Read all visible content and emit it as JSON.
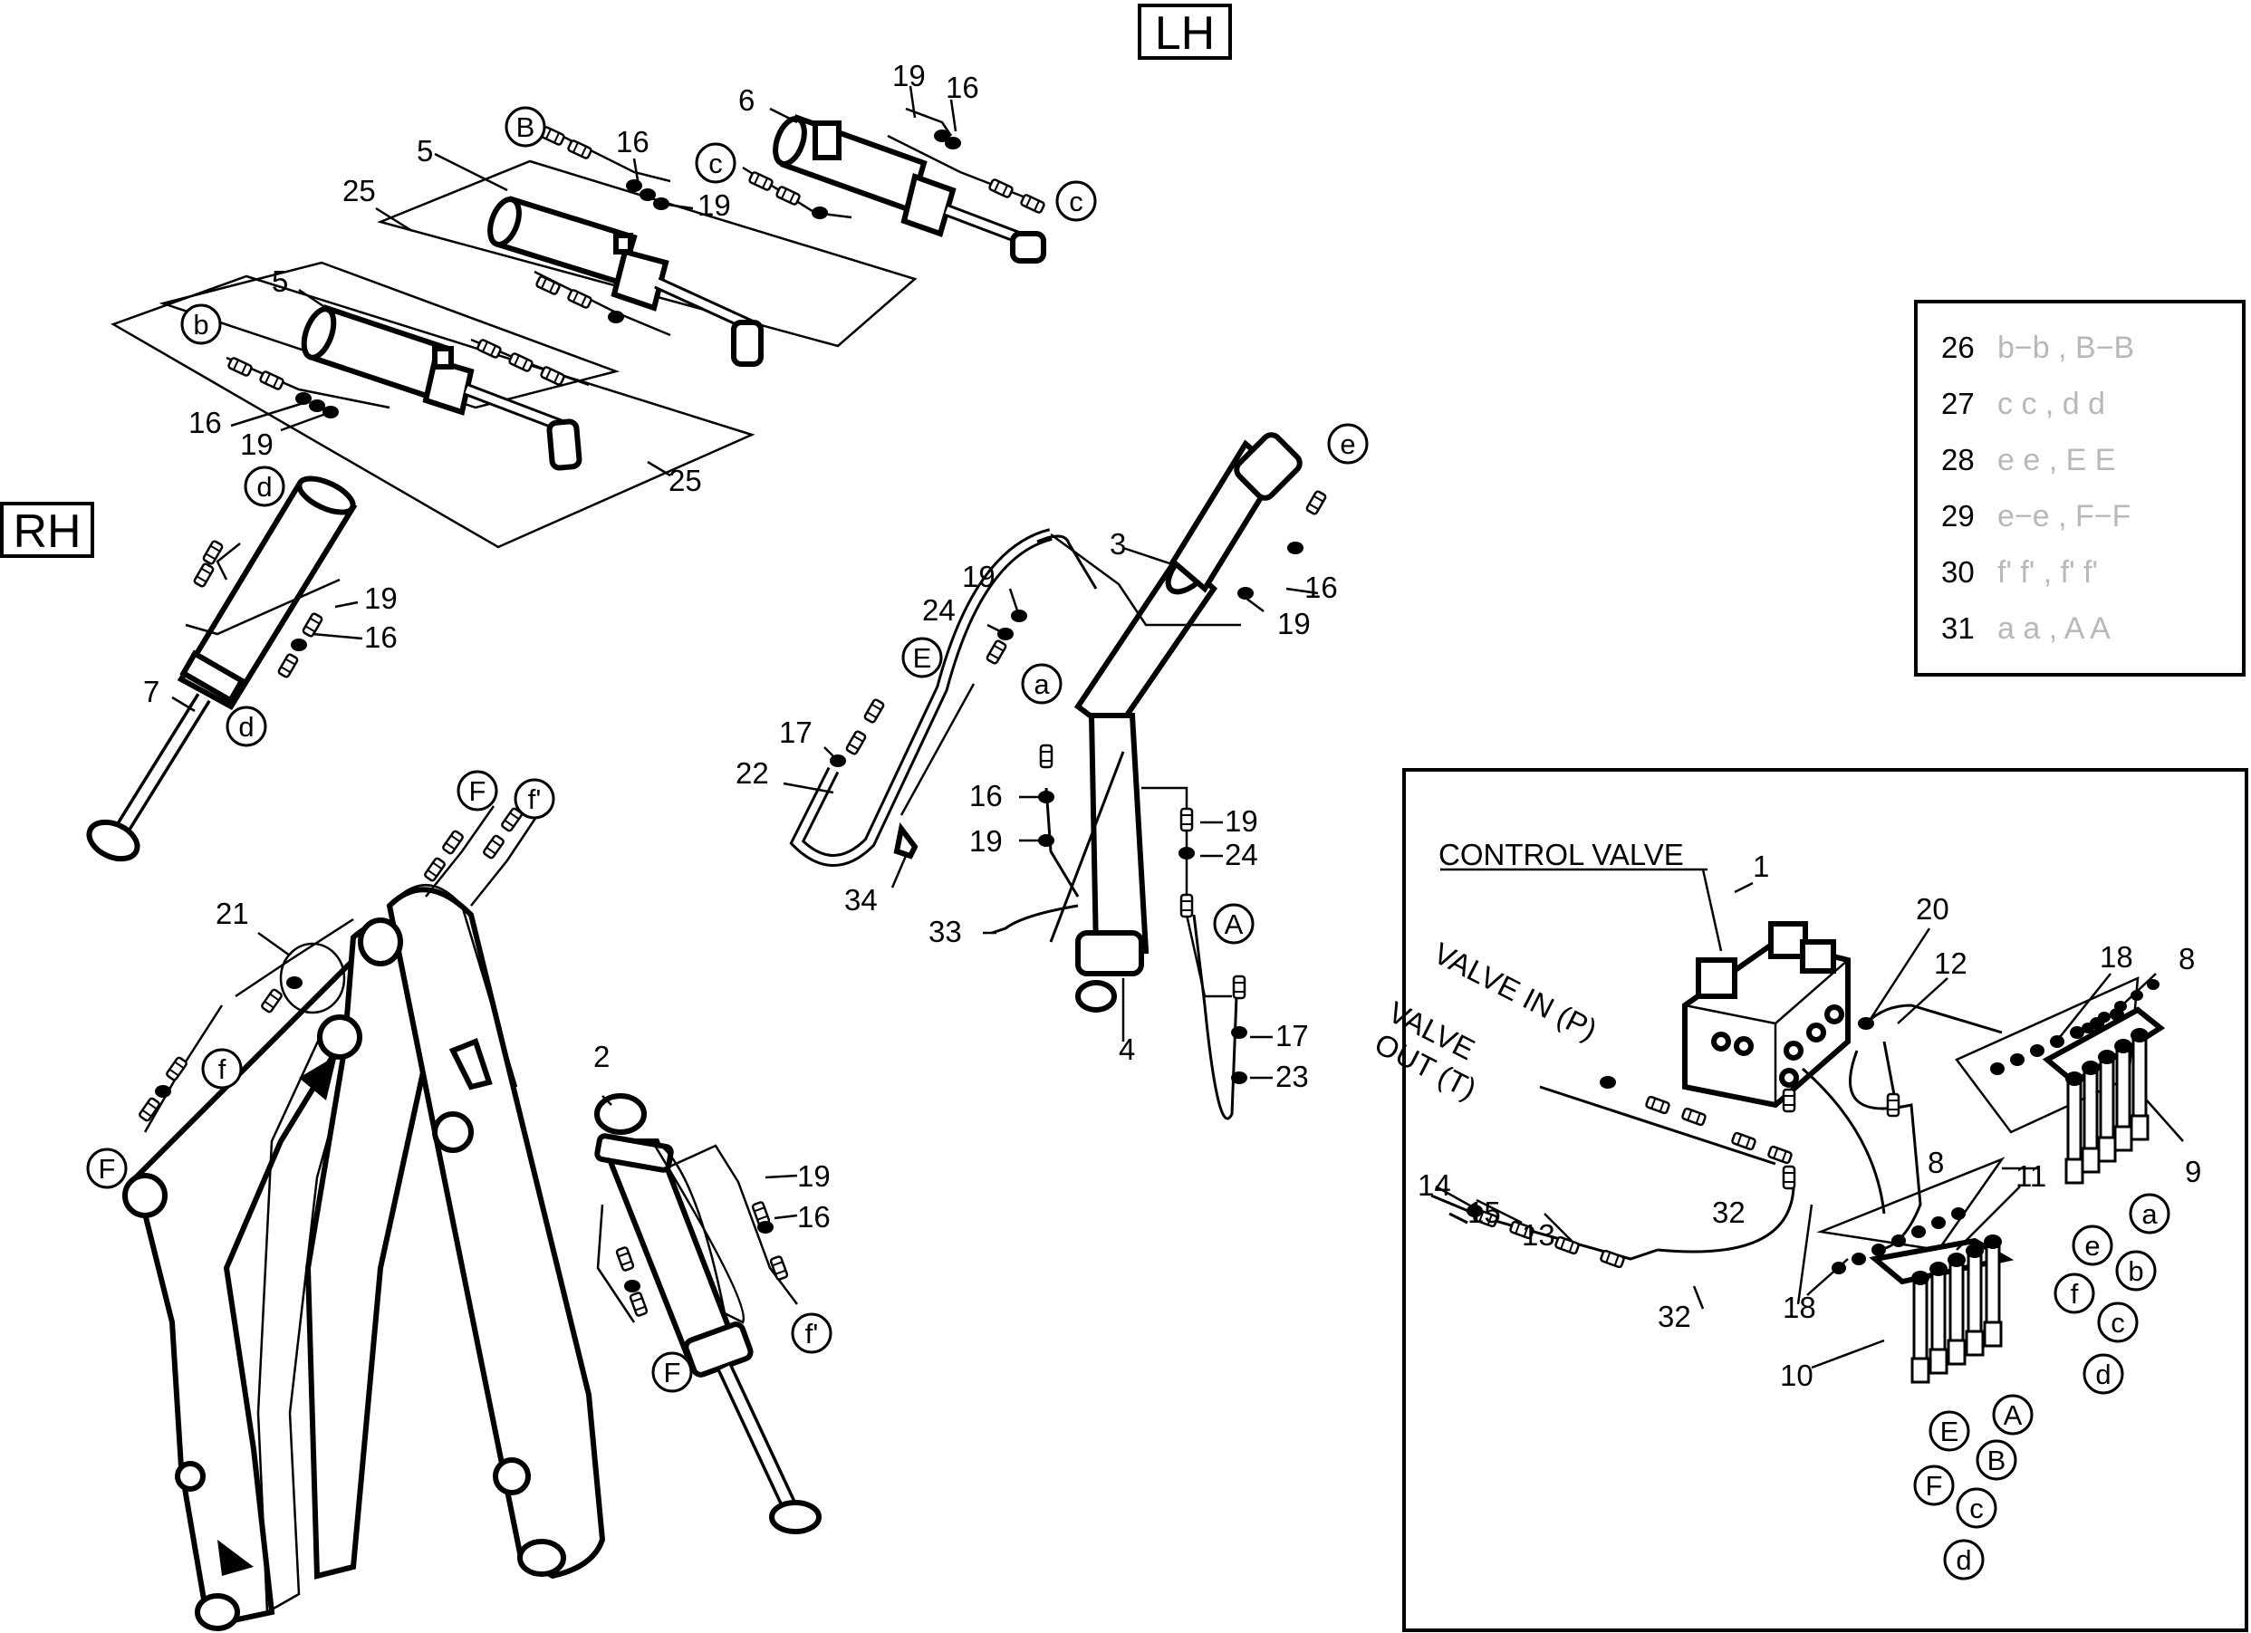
{
  "side_tags": {
    "left_hand": "LH",
    "right_hand": "RH"
  },
  "annotations": {
    "control_valve": "CONTROL VALVE",
    "valve_in": "VALVE IN (P)",
    "valve_out_line1": "VALVE",
    "valve_out_line2": "OUT (T)"
  },
  "legend": {
    "rows": [
      {
        "num": "26",
        "text": "b−b , B−B"
      },
      {
        "num": "27",
        "text": "c c , d d"
      },
      {
        "num": "28",
        "text": "e e , E E"
      },
      {
        "num": "29",
        "text": "e−e , F−F"
      },
      {
        "num": "30",
        "text": "f' f' , f' f'"
      },
      {
        "num": "31",
        "text": "a a , A A"
      }
    ]
  },
  "part_numbers": {
    "p1": "1",
    "p2": "2",
    "p3": "3",
    "p4": "4",
    "p5a": "5",
    "p5b": "5",
    "p6": "6",
    "p7": "7",
    "p8a": "8",
    "p8b": "8",
    "p9": "9",
    "p10": "10",
    "p11": "11",
    "p12": "12",
    "p13": "13",
    "p14": "14",
    "p15": "15",
    "p16a": "16",
    "p16b": "16",
    "p16c": "16",
    "p16d": "16",
    "p16e": "16",
    "p16f": "16",
    "p16g": "16",
    "p17a": "17",
    "p17b": "17",
    "p18a": "18",
    "p18b": "18",
    "p19a": "19",
    "p19b": "19",
    "p19c": "19",
    "p19d": "19",
    "p19e": "19",
    "p19f": "19",
    "p19g": "19",
    "p19h": "19",
    "p19i": "19",
    "p20": "20",
    "p21": "21",
    "p22": "22",
    "p23": "23",
    "p24a": "24",
    "p24b": "24",
    "p25a": "25",
    "p25b": "25",
    "p32a": "32",
    "p32b": "32",
    "p33": "33",
    "p34": "34"
  },
  "circle_labels": {
    "B_top": "B",
    "c_top1": "c",
    "c_top2": "c",
    "b_left": "b",
    "d_rh1": "d",
    "d_rh2": "d",
    "e_top": "e",
    "E_mid": "E",
    "a_mid": "a",
    "A_mid": "A",
    "F_top": "F",
    "fp_top": "f'",
    "f_boom": "f",
    "F_boom": "F",
    "F_cyl": "F",
    "fp_cyl": "f'",
    "a_v": "a",
    "b_v": "b",
    "c_v": "c",
    "d_v": "d",
    "e_v": "e",
    "f_v": "f",
    "A_v": "A",
    "B_v": "B",
    "c2_v": "c",
    "d2_v": "d",
    "E_v": "E",
    "F_v": "F"
  }
}
